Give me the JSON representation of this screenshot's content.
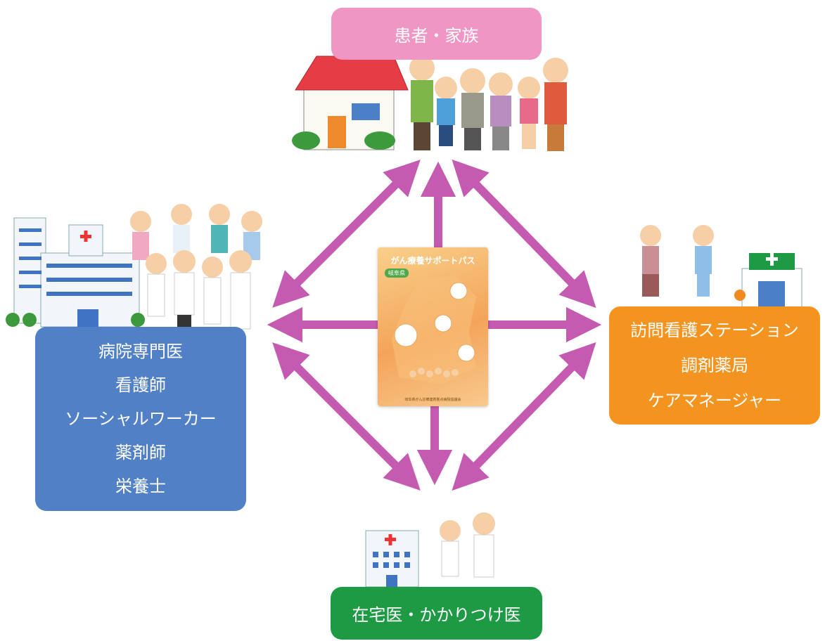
{
  "nodes": {
    "patient_family": {
      "label": "患者・家族"
    },
    "hospital": {
      "lines": [
        "病院専門医",
        "看護師",
        "ソーシャルワーカー",
        "薬剤師",
        "栄養士"
      ]
    },
    "community": {
      "lines": [
        "訪問看護ステーション",
        "調剤薬局",
        "ケアマネージャー"
      ]
    },
    "home_doctor": {
      "label": "在宅医・かかりつけ医"
    }
  },
  "booklet": {
    "title": "がん療養サポートパス",
    "prefecture": "岐阜県",
    "footer": "岐阜県がん診療連携拠点病院協議会"
  },
  "colors": {
    "arrow": "#c45bb0",
    "patient_box": "#ef96c5",
    "hospital_box": "#5180c6",
    "community_box": "#f39420",
    "home_doctor_box": "#1f9a44"
  }
}
